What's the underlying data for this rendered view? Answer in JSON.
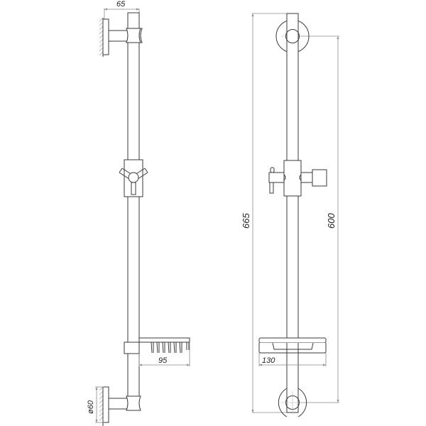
{
  "drawing": {
    "subject": "shower rail",
    "views": [
      {
        "name": "side-view"
      },
      {
        "name": "front-view"
      }
    ]
  },
  "dimensions": {
    "wall_offset": "65",
    "soap_dish_depth": "95",
    "wall_flange_diameter": "ø60",
    "overall_length": "665",
    "mount_centers": "600",
    "soap_dish_width": "130"
  },
  "colors": {
    "line": "#3a3a3a",
    "dimension_line": "#8a8a8a",
    "background": "#ffffff"
  }
}
